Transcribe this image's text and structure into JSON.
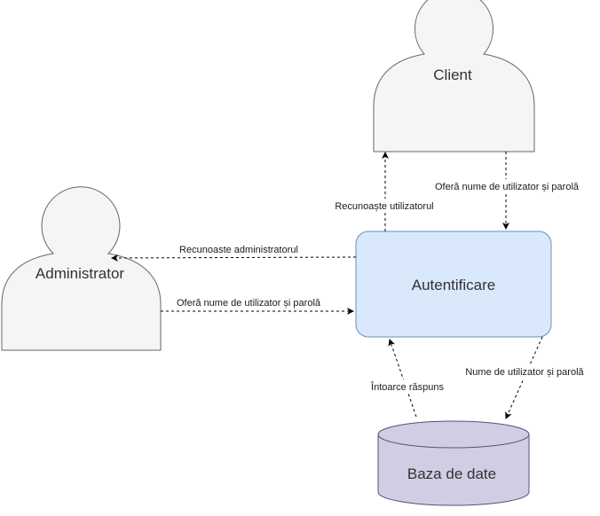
{
  "nodes": {
    "client": {
      "label": "Client"
    },
    "administrator": {
      "label": "Administrator"
    },
    "auth": {
      "label": "Autentificare",
      "fill": "#dae8fc",
      "stroke": "#6c8ebf"
    },
    "database": {
      "label": "Baza de date",
      "fill": "#d0cee2",
      "stroke": "#56517e"
    }
  },
  "edges": {
    "client_to_auth": {
      "label": "Oferă nume de utilizator și parolă"
    },
    "auth_to_client": {
      "label": "Recunoaște utilizatorul"
    },
    "auth_to_admin": {
      "label": "Recunoaste administratorul"
    },
    "admin_to_auth": {
      "label": "Oferă nume de utilizator și parolă"
    },
    "auth_to_db": {
      "label": "Nume de utilizator și parolă"
    },
    "db_to_auth": {
      "label": "Întoarce răspuns"
    }
  }
}
